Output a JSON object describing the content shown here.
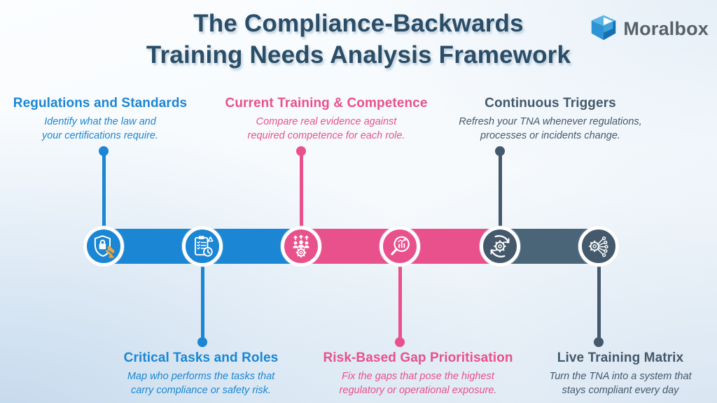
{
  "title": {
    "line1": "The Compliance-Backwards",
    "line2": "Training Needs Analysis Framework"
  },
  "logo": {
    "name": "Moralbox"
  },
  "colors": {
    "blue": "#1b86d3",
    "pink": "#e8518c",
    "slate": "#4a6478",
    "heading_navy": "#2b4d66",
    "logo_text_gray": "#57616a",
    "gavel_orange": "#f0a43b"
  },
  "steps": [
    {
      "title": "Regulations and Standards",
      "desc_line1": "Identify what the law and",
      "desc_line2": "your certifications require.",
      "color": "#1b86d3",
      "icon": "shield-lock-gavel-icon",
      "position": "top"
    },
    {
      "title": "Critical Tasks and Roles",
      "desc_line1": "Map who performs the tasks that",
      "desc_line2": "carry compliance or safety risk.",
      "color": "#1b86d3",
      "icon": "checklist-clock-icon",
      "position": "bottom"
    },
    {
      "title": "Current Training & Competence",
      "desc_line1": "Compare real evidence against",
      "desc_line2": "required competence for each role.",
      "color": "#e8518c",
      "icon": "team-growth-gear-icon",
      "position": "top"
    },
    {
      "title": "Risk-Based Gap Prioritisation",
      "desc_line1": "Fix the gaps that pose the highest",
      "desc_line2": "regulatory or operational exposure.",
      "color": "#e8518c",
      "icon": "magnifier-bar-chart-icon",
      "position": "bottom"
    },
    {
      "title": "Continuous Triggers",
      "desc_line1": "Refresh your TNA whenever regulations,",
      "desc_line2": "processes or incidents change.",
      "color": "#4a6478",
      "icon": "gear-refresh-icon",
      "position": "top"
    },
    {
      "title": "Live Training Matrix",
      "desc_line1": "Turn the TNA into a system that",
      "desc_line2": "stays compliant every day",
      "color": "#4a6478",
      "icon": "gear-network-icon",
      "position": "bottom"
    }
  ]
}
